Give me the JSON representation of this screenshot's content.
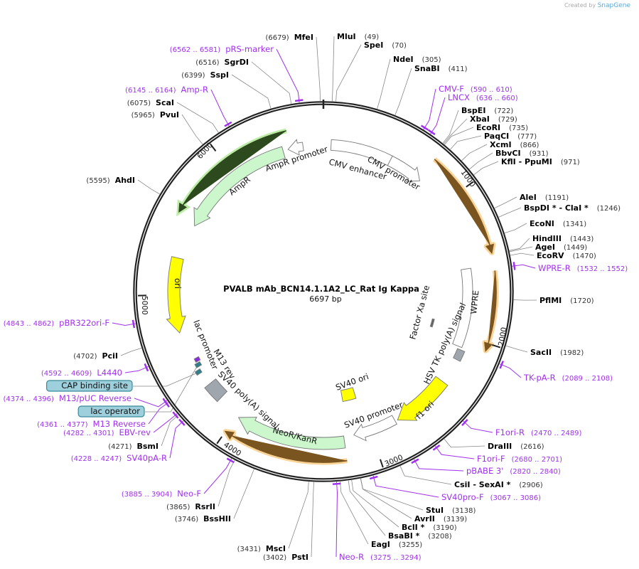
{
  "watermark": {
    "prefix": "Created by",
    "brand": "SnapGene"
  },
  "plasmid": {
    "name": "PVALB mAb_BCN14.1.1A2_LC_Rat Ig Kappa",
    "length_label": "6697 bp",
    "length": 6697
  },
  "ticks": [
    "1000",
    "2000",
    "3000",
    "4000",
    "5000",
    "6000"
  ],
  "features": {
    "cmv_enhancer": "CMV enhancer",
    "cmv_promoter": "CMV promoter",
    "ampr_promoter": "AmpR promoter",
    "ampr": "AmpR",
    "ori": "ori",
    "lac_promoter": "lac promoter",
    "m13_rev": "M13 rev",
    "sv40_polya": "SV40 poly(A) signal",
    "neor_kanr": "NeoR/KanR",
    "sv40_promoter": "SV40 promoter",
    "sv40_ori": "SV40 ori",
    "f1_ori": "f1 ori",
    "hsv_tk_polya": "HSV TK poly(A) signal",
    "factor_xa": "Factor Xa site",
    "wpre": "WPRE"
  },
  "colors": {
    "primer": "#a030f0",
    "orf_orange": "#f5b041",
    "orf_green": "#8fe06a",
    "feature_green": "#ccf7cc",
    "feature_yellow": "#ffff00",
    "feature_gray": "#a0a6ae",
    "teal": "#2e7f8e"
  },
  "labels": [
    {
      "type": "enzyme",
      "name": "MfeI",
      "loc": "(6679)"
    },
    {
      "type": "enzyme",
      "name": "MluI",
      "loc": "(49)"
    },
    {
      "type": "enzyme",
      "name": "SpeI",
      "loc": "(70)"
    },
    {
      "type": "enzyme",
      "name": "NdeI",
      "loc": "(305)"
    },
    {
      "type": "enzyme",
      "name": "SnaBI",
      "loc": "(411)"
    },
    {
      "type": "primer",
      "name": "CMV-F",
      "loc": "(590 .. 610)"
    },
    {
      "type": "primer",
      "name": "LNCX",
      "loc": "(636 .. 660)"
    },
    {
      "type": "enzyme",
      "name": "BspEI",
      "loc": "(722)"
    },
    {
      "type": "enzyme",
      "name": "XbaI",
      "loc": "(729)"
    },
    {
      "type": "enzyme",
      "name": "EcoRI",
      "loc": "(735)"
    },
    {
      "type": "enzyme",
      "name": "PaqCI",
      "loc": "(777)"
    },
    {
      "type": "enzyme",
      "name": "XcmI",
      "loc": "(866)"
    },
    {
      "type": "enzyme",
      "name": "BbvCI",
      "loc": "(931)"
    },
    {
      "type": "enzyme",
      "name": "KflI  - PpuMI",
      "loc": "(971)"
    },
    {
      "type": "enzyme",
      "name": "AleI",
      "loc": "(1191)"
    },
    {
      "type": "enzyme",
      "name": "BspDI * - ClaI *",
      "loc": "(1246)"
    },
    {
      "type": "enzyme",
      "name": "EcoNI",
      "loc": "(1341)"
    },
    {
      "type": "enzyme",
      "name": "HindIII",
      "loc": "(1443)"
    },
    {
      "type": "enzyme",
      "name": "AgeI",
      "loc": "(1449)"
    },
    {
      "type": "enzyme",
      "name": "EcoRV",
      "loc": "(1470)"
    },
    {
      "type": "primer",
      "name": "WPRE-R",
      "loc": "(1532 .. 1552)"
    },
    {
      "type": "enzyme",
      "name": "PflMI",
      "loc": "(1720)"
    },
    {
      "type": "enzyme",
      "name": "SacII",
      "loc": "(1982)"
    },
    {
      "type": "primer",
      "name": "TK-pA-R",
      "loc": "(2089 .. 2108)"
    },
    {
      "type": "primer",
      "name": "F1ori-R",
      "loc": "(2470 .. 2489)"
    },
    {
      "type": "enzyme",
      "name": "DraIII",
      "loc": "(2616)"
    },
    {
      "type": "primer",
      "name": "F1ori-F",
      "loc": "(2680 .. 2701)"
    },
    {
      "type": "primer",
      "name": "pBABE 3'",
      "loc": "(2820 .. 2840)"
    },
    {
      "type": "enzyme",
      "name": "CsiI  - SexAI *",
      "loc": "(2906)"
    },
    {
      "type": "primer",
      "name": "SV40pro-F",
      "loc": "(3067 .. 3086)"
    },
    {
      "type": "enzyme",
      "name": "StuI",
      "loc": "(3138)"
    },
    {
      "type": "enzyme",
      "name": "AvrII",
      "loc": "(3139)"
    },
    {
      "type": "enzyme",
      "name": "BclI *",
      "loc": "(3190)"
    },
    {
      "type": "enzyme",
      "name": "BsaBI *",
      "loc": "(3208)"
    },
    {
      "type": "enzyme",
      "name": "EagI",
      "loc": "(3255)"
    },
    {
      "type": "primer",
      "name": "Neo-R",
      "loc": "(3275 .. 3294)"
    },
    {
      "type": "enzyme",
      "name": "PstI",
      "loc": "(3402)"
    },
    {
      "type": "enzyme",
      "name": "MscI",
      "loc": "(3431)"
    },
    {
      "type": "enzyme",
      "name": "BssHII",
      "loc": "(3746)"
    },
    {
      "type": "enzyme",
      "name": "RsrII",
      "loc": "(3865)"
    },
    {
      "type": "primer",
      "name": "Neo-F",
      "loc": "(3885 .. 3904)"
    },
    {
      "type": "primer",
      "name": "SV40pA-R",
      "loc": "(4228 .. 4247)"
    },
    {
      "type": "enzyme",
      "name": "BsmI",
      "loc": "(4271)"
    },
    {
      "type": "primer",
      "name": "EBV-rev",
      "loc": "(4282 .. 4301)"
    },
    {
      "type": "primer",
      "name": "M13 Reverse",
      "loc": "(4361 .. 4377)"
    },
    {
      "type": "box",
      "name": "lac operator",
      "loc": ""
    },
    {
      "type": "primer",
      "name": "M13/pUC Reverse",
      "loc": "(4374 .. 4396)"
    },
    {
      "type": "box",
      "name": "CAP binding site",
      "loc": ""
    },
    {
      "type": "primer",
      "name": "L4440",
      "loc": "(4592 .. 4609)"
    },
    {
      "type": "enzyme",
      "name": "PciI",
      "loc": "(4702)"
    },
    {
      "type": "primer",
      "name": "pBR322ori-F",
      "loc": "(4843 .. 4862)"
    },
    {
      "type": "enzyme",
      "name": "AhdI",
      "loc": "(5595)"
    },
    {
      "type": "enzyme",
      "name": "PvuI",
      "loc": "(5965)"
    },
    {
      "type": "enzyme",
      "name": "ScaI",
      "loc": "(6075)"
    },
    {
      "type": "primer",
      "name": "Amp-R",
      "loc": "(6145 .. 6164)"
    },
    {
      "type": "enzyme",
      "name": "SspI",
      "loc": "(6399)"
    },
    {
      "type": "enzyme",
      "name": "SgrDI",
      "loc": "(6516)"
    },
    {
      "type": "primer",
      "name": "pRS-marker",
      "loc": "(6562 .. 6581)"
    }
  ]
}
